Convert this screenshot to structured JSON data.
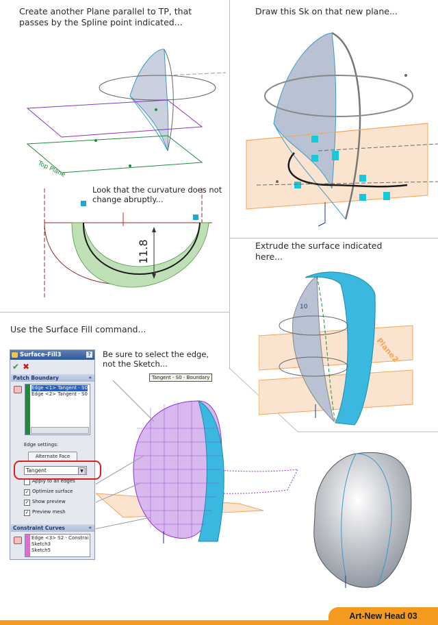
{
  "steps": {
    "plane": "Create another Plane parallel to TP, that passes by the Spline point indicated...",
    "sketch": "Draw this Sk on that new plane...",
    "extrude": "Extrude the surface indicated here...",
    "fill": "Use the Surface Fill command..."
  },
  "notes": {
    "curvature": "Look that the curvature does not change abruptly...",
    "edge": "Be sure to select the edge, not the Sketch...",
    "dimension": "11.8",
    "tp_plane": "Top Plane",
    "plane2": "Plane2",
    "dim_10": "10"
  },
  "property_manager": {
    "title": "Surface-Fill3",
    "help": "?",
    "patch_boundary_label": "Patch Boundary",
    "boundary_items": [
      "Edge <1> Tangent - S0",
      "Edge <2> Tangent - S0"
    ],
    "edge_settings_label": "Edge settings:",
    "alternate_face_label": "Alternate Face",
    "condition_value": "Tangent",
    "apply_all_label": "Apply to all edges",
    "optimize_label": "Optimize surface",
    "show_preview_label": "Show preview",
    "preview_mesh_label": "Preview mesh",
    "constraint_label": "Constraint Curves",
    "constraint_items": [
      "Edge <3> S2 - Constrai",
      "Sketch3",
      "Sketch5"
    ]
  },
  "callout": {
    "boundary_tag": "Tangent - S0 - Boundary"
  },
  "footer": {
    "title": "Art-New Head 03"
  },
  "colors": {
    "accent": "#f39a1f",
    "surface_blue": "#3bb8e0",
    "plane_orange": "#f4a35a",
    "mesh_purple": "#9a2bd6"
  }
}
